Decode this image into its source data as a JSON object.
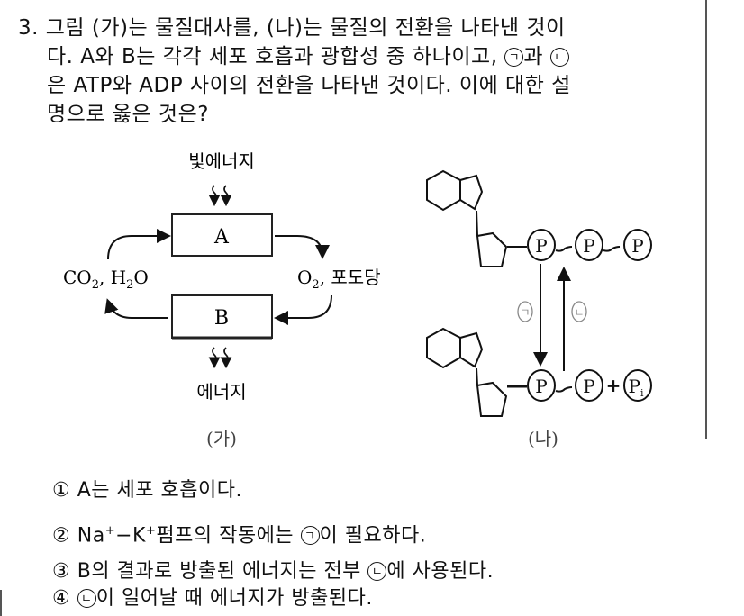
{
  "question": {
    "number": "3.",
    "lines": [
      "그림 (가)는 물질대사를, (나)는 물질의 전환을 나타낸 것이",
      "다. A와 B는 각각 세포 호흡과 광합성 중 하나이고, ",
      "과 ",
      "은 ATP와 ADP 사이의 전환을 나타낸 것이다. 이에 대한 설",
      "명으로 옳은 것은?"
    ],
    "marker_a": "ㄱ",
    "marker_b": "ㄴ"
  },
  "figure_ga": {
    "caption": "(가)",
    "light_energy": "빛에너지",
    "energy": "에너지",
    "box_a": "A",
    "box_b": "B",
    "left_label": "CO₂, H₂O",
    "right_label": "O₂, 포도당"
  },
  "figure_na": {
    "caption": "(나)",
    "phosphate": "P",
    "phosphate_inorganic": "Pi",
    "arrow_down_label": "ㄱ",
    "arrow_up_label": "ㄴ",
    "plus": "+"
  },
  "options": [
    {
      "num": "①",
      "text": "A는 세포 호흡이다."
    },
    {
      "num": "②",
      "pre": "Na",
      "sup1": "+",
      "mid": "−K",
      "sup2": "+",
      "post1": "펌프의 작동에는 ",
      "marker": "ㄱ",
      "post2": "이 필요하다."
    },
    {
      "num": "③",
      "pre": "B의 결과로 방출된 에너지는 전부 ",
      "marker": "ㄴ",
      "post": "에 사용된다."
    },
    {
      "num": "④",
      "marker": "ㄴ",
      "post": "이 일어날 때 에너지가 방출된다."
    }
  ]
}
